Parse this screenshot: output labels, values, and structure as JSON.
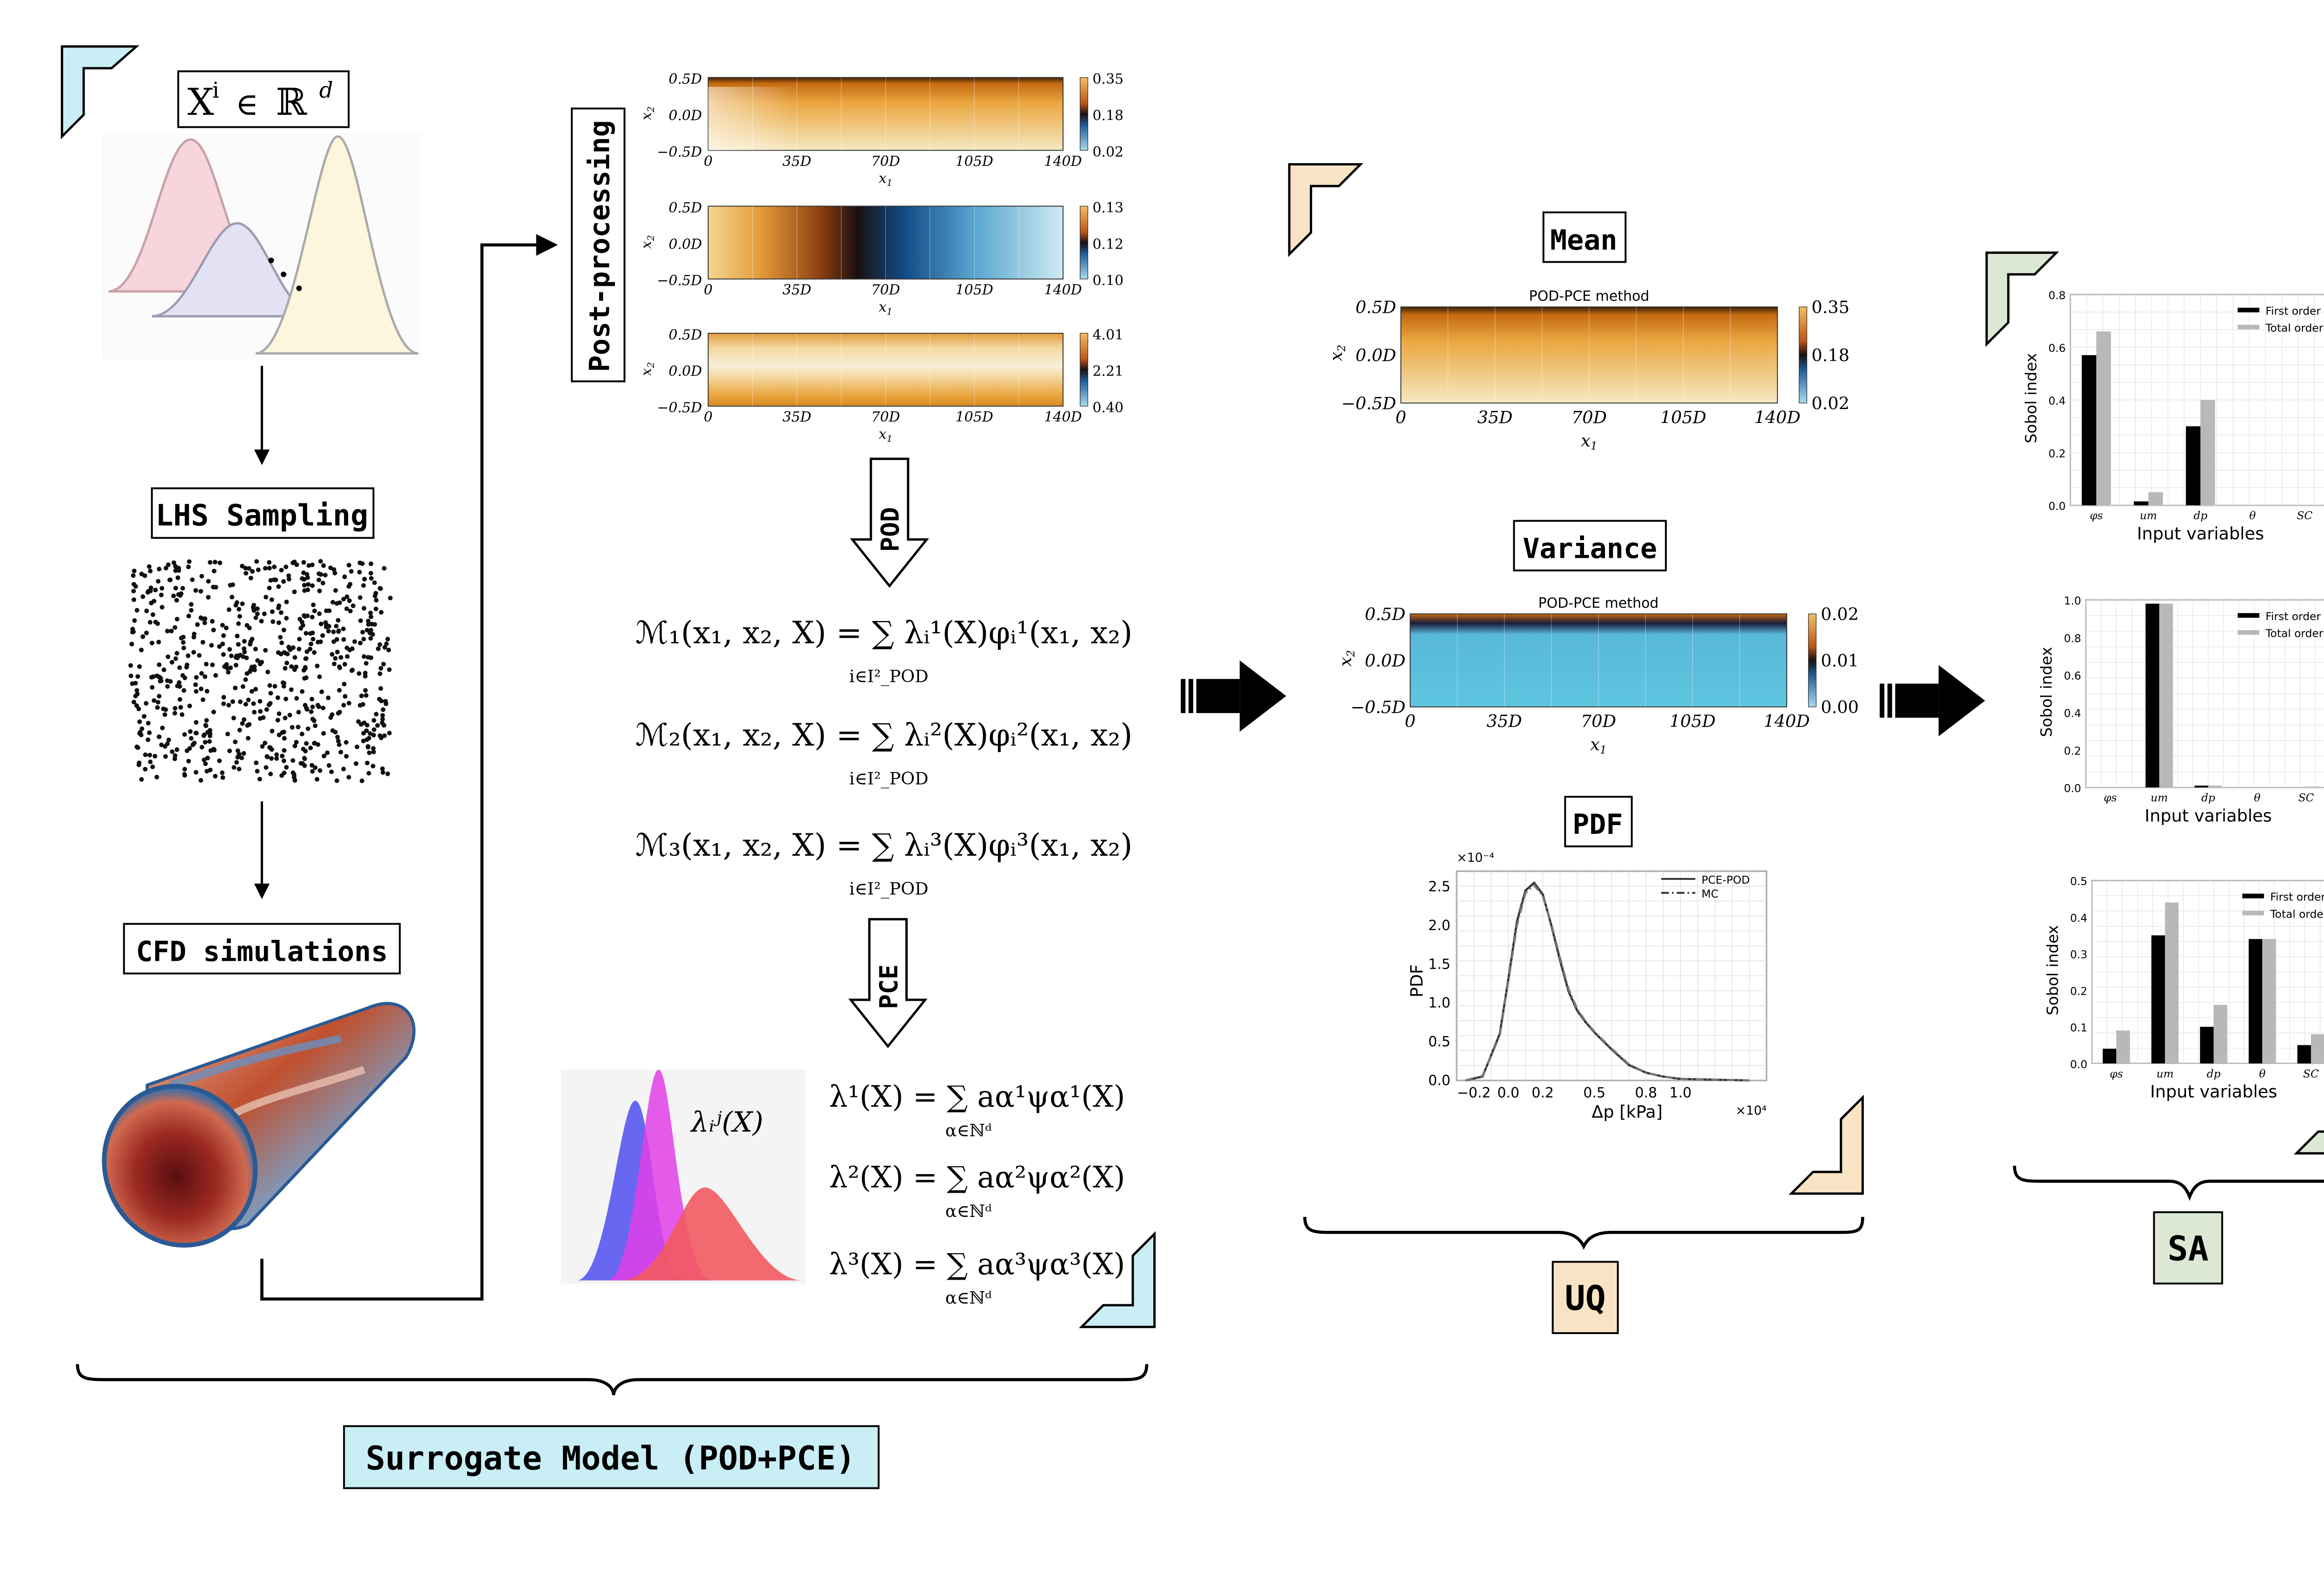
{
  "input": {
    "sym_x": "X",
    "sym_i": "i",
    "sym_in": "∈",
    "sym_R": "ℝ",
    "sym_d": "d"
  },
  "boxes": {
    "lhs": "LHS Sampling",
    "cfd": "CFD simulations",
    "post": "Post-processing",
    "pod": "POD",
    "pce": "PCE",
    "mean": "Mean",
    "variance": "Variance",
    "pdf": "PDF",
    "uq": "UQ",
    "sa": "SA",
    "surrogate": "Surrogate Model (POD+PCE)"
  },
  "fields": {
    "x1_ticks": [
      "0",
      "35D",
      "70D",
      "105D",
      "140D"
    ],
    "x2_ticks": [
      "0.5D",
      "0.0D",
      "−0.5D"
    ],
    "x1_label": "x",
    "x1_sub": "1",
    "x2_label": "x",
    "x2_sub": "2",
    "cbar1": [
      "0.35",
      "0.18",
      "0.02"
    ],
    "cbar2": [
      "0.13",
      "0.12",
      "0.10"
    ],
    "cbar3": [
      "4.01",
      "2.21",
      "0.40"
    ]
  },
  "equations": {
    "m1": "ℳ₁(x₁, x₂, X) = ∑ λᵢ¹(X)φᵢ¹(x₁, x₂)",
    "m2": "ℳ₂(x₁, x₂, X) = ∑ λᵢ²(X)φᵢ²(x₁, x₂)",
    "m3": "ℳ₃(x₁, x₂, X) = ∑ λᵢ³(X)φᵢ³(x₁, x₂)",
    "m_sub": "i∈I²_POD",
    "l_label": "λᵢʲ(X)",
    "l1": "λ¹(X) = ∑ aα¹ψα¹(X)",
    "l2": "λ²(X) = ∑ aα²ψα²(X)",
    "l3": "λ³(X) = ∑ aα³ψα³(X)",
    "l_sub": "α∈ℕᵈ"
  },
  "uq": {
    "plot_title": "POD-PCE method",
    "mean_cbar": [
      "0.35",
      "0.18",
      "0.02"
    ],
    "var_cbar": [
      "0.02",
      "0.01",
      "0.00"
    ]
  },
  "chart_data": [
    {
      "type": "line",
      "title": "",
      "xlabel": "Δp [kPa]",
      "ylabel": "PDF",
      "x_multiplier": "×10⁴",
      "y_multiplier": "×10⁻⁴",
      "xlim": [
        -0.3,
        1.5
      ],
      "ylim": [
        0,
        2.7
      ],
      "xticks": [
        -0.2,
        0.0,
        0.2,
        0.5,
        0.8,
        1.0
      ],
      "xtick_labels": [
        "−0.2",
        "0.0",
        "0.2",
        "0.5",
        "0.8",
        "1.0"
      ],
      "yticks": [
        0.0,
        0.5,
        1.0,
        1.5,
        2.0,
        2.5
      ],
      "ytick_labels": [
        "0.0",
        "0.5",
        "1.0",
        "1.5",
        "2.0",
        "2.5"
      ],
      "grid": true,
      "legend_position": "top-right",
      "x": [
        -0.25,
        -0.15,
        -0.05,
        0.0,
        0.05,
        0.1,
        0.15,
        0.2,
        0.25,
        0.3,
        0.35,
        0.4,
        0.45,
        0.5,
        0.6,
        0.7,
        0.8,
        0.9,
        1.0,
        1.2,
        1.4
      ],
      "series": [
        {
          "name": "PCE-POD",
          "style": "solid",
          "values": [
            0.0,
            0.05,
            0.6,
            1.3,
            2.05,
            2.45,
            2.55,
            2.4,
            2.0,
            1.55,
            1.15,
            0.9,
            0.75,
            0.62,
            0.4,
            0.2,
            0.1,
            0.05,
            0.02,
            0.01,
            0.0
          ]
        },
        {
          "name": "MC",
          "style": "dashdot",
          "values": [
            0.0,
            0.06,
            0.58,
            1.28,
            2.0,
            2.42,
            2.52,
            2.38,
            2.02,
            1.58,
            1.18,
            0.92,
            0.76,
            0.63,
            0.41,
            0.21,
            0.1,
            0.05,
            0.02,
            0.01,
            0.0
          ]
        }
      ]
    },
    {
      "type": "bar",
      "title": "",
      "xlabel": "Input variables",
      "ylabel": "Sobol index",
      "categories": [
        "φs",
        "um",
        "dp",
        "θ",
        "SC"
      ],
      "ylim": [
        0,
        0.8
      ],
      "yticks": [
        0.0,
        0.2,
        0.4,
        0.6,
        0.8
      ],
      "ytick_labels": [
        "0.0",
        "0.2",
        "0.4",
        "0.6",
        "0.8"
      ],
      "grid": true,
      "legend_position": "top-right",
      "series": [
        {
          "name": "First order",
          "values": [
            0.57,
            0.015,
            0.3,
            0.0,
            0.0
          ]
        },
        {
          "name": "Total order",
          "values": [
            0.66,
            0.05,
            0.4,
            0.0,
            0.0
          ]
        }
      ]
    },
    {
      "type": "bar",
      "title": "",
      "xlabel": "Input variables",
      "ylabel": "Sobol index",
      "categories": [
        "φs",
        "um",
        "dp",
        "θ",
        "SC"
      ],
      "ylim": [
        0,
        1.0
      ],
      "yticks": [
        0.0,
        0.2,
        0.4,
        0.6,
        0.8,
        1.0
      ],
      "ytick_labels": [
        "0.0",
        "0.2",
        "0.4",
        "0.6",
        "0.8",
        "1.0"
      ],
      "grid": true,
      "legend_position": "top-right",
      "series": [
        {
          "name": "First order",
          "values": [
            0.0,
            0.98,
            0.01,
            0.0,
            0.0
          ]
        },
        {
          "name": "Total order",
          "values": [
            0.0,
            0.98,
            0.01,
            0.0,
            0.005
          ]
        }
      ]
    },
    {
      "type": "bar",
      "title": "",
      "xlabel": "Input variables",
      "ylabel": "Sobol index",
      "categories": [
        "φs",
        "um",
        "dp",
        "θ",
        "SC"
      ],
      "ylim": [
        0,
        0.5
      ],
      "yticks": [
        0.0,
        0.1,
        0.2,
        0.3,
        0.4,
        0.5
      ],
      "ytick_labels": [
        "0.0",
        "0.1",
        "0.2",
        "0.3",
        "0.4",
        "0.5"
      ],
      "grid": true,
      "legend_position": "top-right",
      "series": [
        {
          "name": "First order",
          "values": [
            0.04,
            0.35,
            0.1,
            0.34,
            0.05
          ]
        },
        {
          "name": "Total order",
          "values": [
            0.09,
            0.44,
            0.16,
            0.34,
            0.08
          ]
        }
      ]
    }
  ]
}
